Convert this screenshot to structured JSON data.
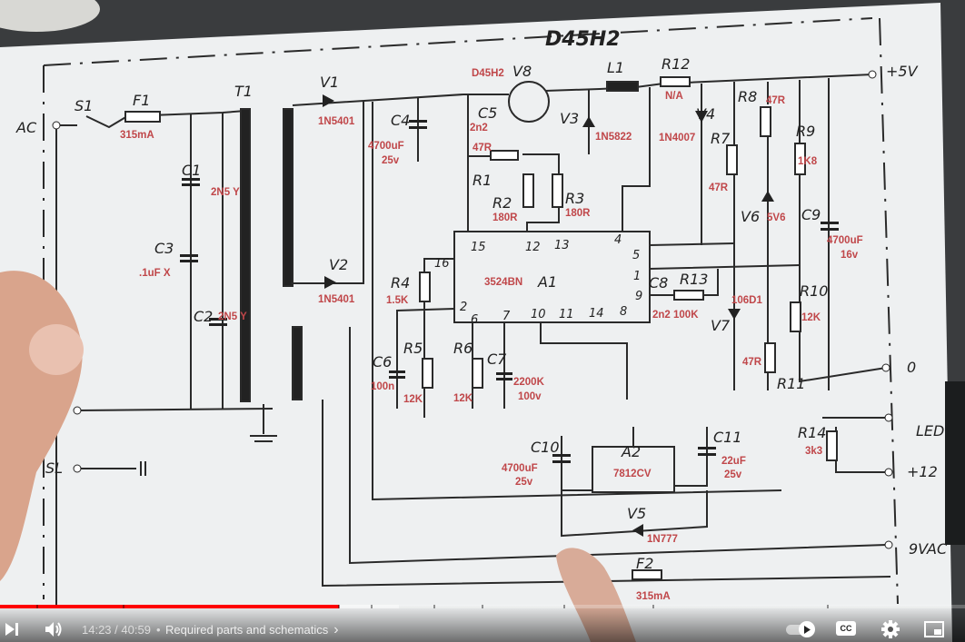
{
  "player": {
    "current_time": "14:23",
    "duration": "40:59",
    "time_separator": " / ",
    "chapter_separator": "•",
    "chapter_title": "Required parts and schematics",
    "chapter_chevron": "›",
    "progress_fraction": 0.351,
    "buffered_fraction": 0.413,
    "accent_color": "#ff0000",
    "autoplay": true,
    "controls": {
      "next": "next-icon",
      "volume": "volume-icon",
      "autoplay": "autoplay-toggle",
      "captions": "CC",
      "settings": "gear-icon",
      "miniplayer": "miniplayer-icon"
    }
  },
  "schematic": {
    "handwritten_title": "D45H2",
    "designators": [
      "AC",
      "S1",
      "F1",
      "T1",
      "V1",
      "V8",
      "L1",
      "R12",
      "+5V",
      "C4",
      "C5",
      "V3",
      "V4",
      "R8",
      "R7",
      "R9",
      "C1",
      "R1",
      "R2",
      "R3",
      "V6",
      "C9",
      "C3",
      "V2",
      "C2",
      "R4",
      "A1",
      "C8",
      "R13",
      "R10",
      "V7",
      "C6",
      "R5",
      "R6",
      "C7",
      "R11",
      "0",
      "C10",
      "C11",
      "A2",
      "R14",
      "LED",
      "+12",
      "SL",
      "V5",
      "9VAC",
      "F2"
    ],
    "ic_pins": [
      "15",
      "12",
      "13",
      "4",
      "5",
      "16",
      "1",
      "2",
      "6",
      "7",
      "10",
      "11",
      "14",
      "8",
      "9"
    ],
    "values": [
      "315mA",
      "D45H2",
      "1N5401",
      "4700uF",
      "25v",
      "2n2",
      "47R",
      "1N5822",
      "N/A",
      "47R",
      "1N4007",
      "1K8",
      "47R",
      "180R",
      "180R",
      "5V6",
      "4700uF",
      "16v",
      "2N5 Y",
      ".1uF X",
      "1N5401",
      "1.5K",
      "3524BN",
      "2n2 100K",
      "106D1",
      "12K",
      "2N5 Y",
      "47R",
      "100n",
      "12K",
      "12K",
      "2200K",
      "100v",
      "4700uF",
      "25v",
      "7812CV",
      "22uF",
      "25v",
      "3k3",
      "1N777",
      "315mA"
    ]
  }
}
